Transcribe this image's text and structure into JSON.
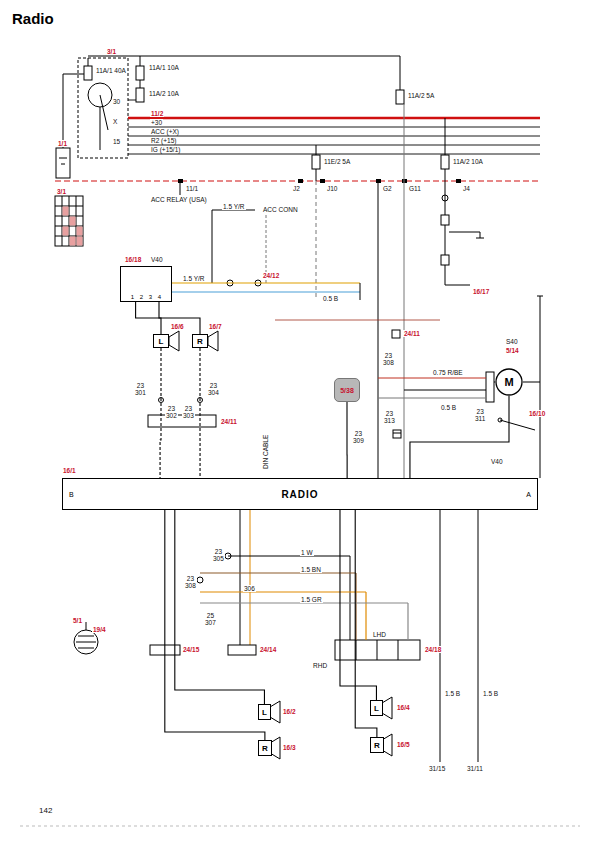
{
  "diagram": {
    "title": "Radio",
    "nodes": [
      {
        "text": [
          "1 2 3 4"
        ]
      },
      {
        "text": [
          "L"
        ]
      },
      {
        "text": [
          "R"
        ]
      },
      {
        "text": [
          "M"
        ]
      },
      {
        "text": [
          "5/38"
        ]
      },
      {
        "text": [
          "B",
          "RADIO",
          "A"
        ]
      },
      {
        "text": [
          "L"
        ]
      },
      {
        "text": [
          "L"
        ]
      },
      {
        "text": [
          "R"
        ]
      },
      {
        "text": [
          "R"
        ]
      }
    ],
    "edges": [
      {
        "from": 0,
        "to": 1,
        "arrow": "none"
      },
      {
        "from": 0,
        "to": 2,
        "arrow": "none"
      },
      {
        "from": 1,
        "to": 5,
        "arrow": "none"
      },
      {
        "from": 2,
        "to": 5,
        "arrow": "none"
      },
      {
        "from": 3,
        "to": 5,
        "arrow": "none"
      },
      {
        "from": 4,
        "to": 5,
        "arrow": "none"
      },
      {
        "from": 5,
        "to": 6,
        "arrow": "none"
      },
      {
        "from": 5,
        "to": 8,
        "arrow": "none"
      },
      {
        "from": 5,
        "to": 7,
        "arrow": "none"
      },
      {
        "from": 5,
        "to": 9,
        "arrow": "none"
      }
    ],
    "labels": [
      "3/1",
      "11A/1 40A",
      "11A/1 10A",
      "11A/2 10A",
      "11A/2 5A",
      "11/2",
      "+30",
      "ACC (+X)",
      "R2 (+15)",
      "IG (+15/1)",
      "30",
      "X",
      "15",
      "1/1",
      "11E/2 5A",
      "11A/2 10A",
      "11/1",
      "J2",
      "J10",
      "G2",
      "G11",
      "J4",
      "ACC RELAY (USA)",
      "ACC CONN",
      "1.5 Y/R",
      "16/18",
      "V40",
      "24/12",
      "0.5 B",
      "1.5 Y/R",
      "16/17",
      "24/11",
      "16/6",
      "16/7",
      "23 301",
      "23 302",
      "23 303",
      "23 304",
      "24/11",
      "DIN CABLE",
      "23 308",
      "0.75 R/BE",
      "S40",
      "5/14",
      "23 309",
      "23 313",
      "23 311",
      "16/10",
      "V40",
      "0.5 B",
      "16/1",
      "23 305",
      "23 308",
      "306",
      "25 307",
      "1 W",
      "1.5 BN",
      "1.5 GR",
      "5/1",
      "19/4",
      "24/15",
      "24/14",
      "LHD",
      "RHD",
      "24/18",
      "16/2",
      "16/3",
      "16/4",
      "16/5",
      "31/15",
      "31/11",
      "1.5 B",
      "1.5 B",
      "142",
      "3/1"
    ]
  }
}
